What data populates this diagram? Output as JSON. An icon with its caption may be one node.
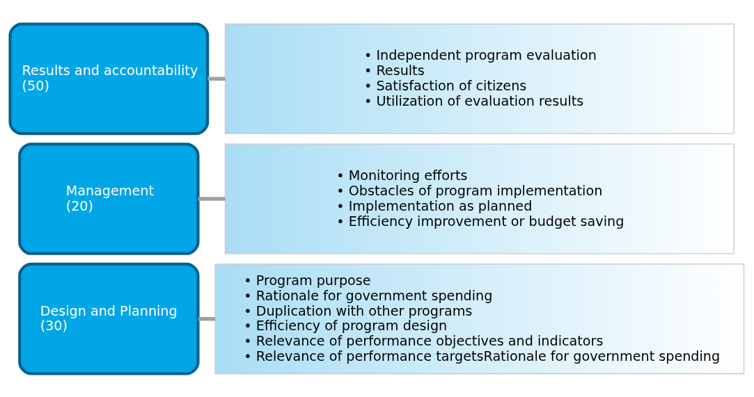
{
  "diagram": {
    "nodes": [
      {
        "text": [
          "Design and Planning",
          "(30)"
        ]
      },
      {
        "text": [
          "• Program purpose",
          "• Rationale for government spending",
          "• Duplication with other programs",
          "• Efficiency of program design",
          "• Relevance of performance objectives and indicators",
          "• Relevance of performance targetsRationale for government spending"
        ]
      },
      {
        "text": [
          "Management",
          "(20)"
        ]
      },
      {
        "text": [
          "• Monitoring efforts",
          "• Obstacles of program implementation",
          "• Implementation as planned",
          "• Efficiency improvement or budget saving"
        ]
      },
      {
        "text": [
          "Results and accountability",
          "(50)"
        ]
      },
      {
        "text": [
          "• Independent program evaluation",
          "• Results",
          "• Satisfaction of citizens",
          "• Utilization of evaluation results"
        ]
      }
    ],
    "edges": [
      {
        "from": 0,
        "to": 1,
        "arrow": "none"
      },
      {
        "from": 2,
        "to": 3,
        "arrow": "none"
      },
      {
        "from": 4,
        "to": 5,
        "arrow": "none"
      }
    ]
  }
}
